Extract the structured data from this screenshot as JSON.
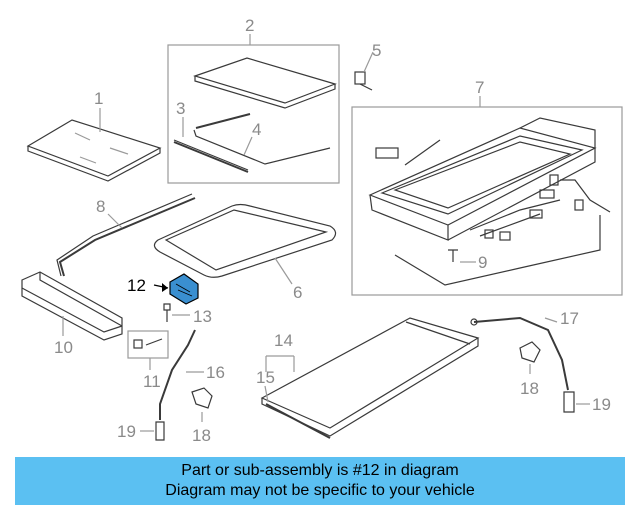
{
  "diagram": {
    "labels": {
      "l1": "1",
      "l2": "2",
      "l3": "3",
      "l4": "4",
      "l5": "5",
      "l6": "6",
      "l7": "7",
      "l8": "8",
      "l9": "9",
      "l10": "10",
      "l11": "11",
      "l12": "12",
      "l13": "13",
      "l14": "14",
      "l15": "15",
      "l16": "16",
      "l17": "17",
      "l18a": "18",
      "l18b": "18",
      "l19a": "19",
      "l19b": "19"
    },
    "highlight_color": "#3a8fd0",
    "label_color": "#8a8a8a"
  },
  "banner": {
    "line1": "Part or sub-assembly is #12 in diagram",
    "line2": "Diagram may not be specific to your vehicle",
    "background": "#5bc0f2"
  }
}
